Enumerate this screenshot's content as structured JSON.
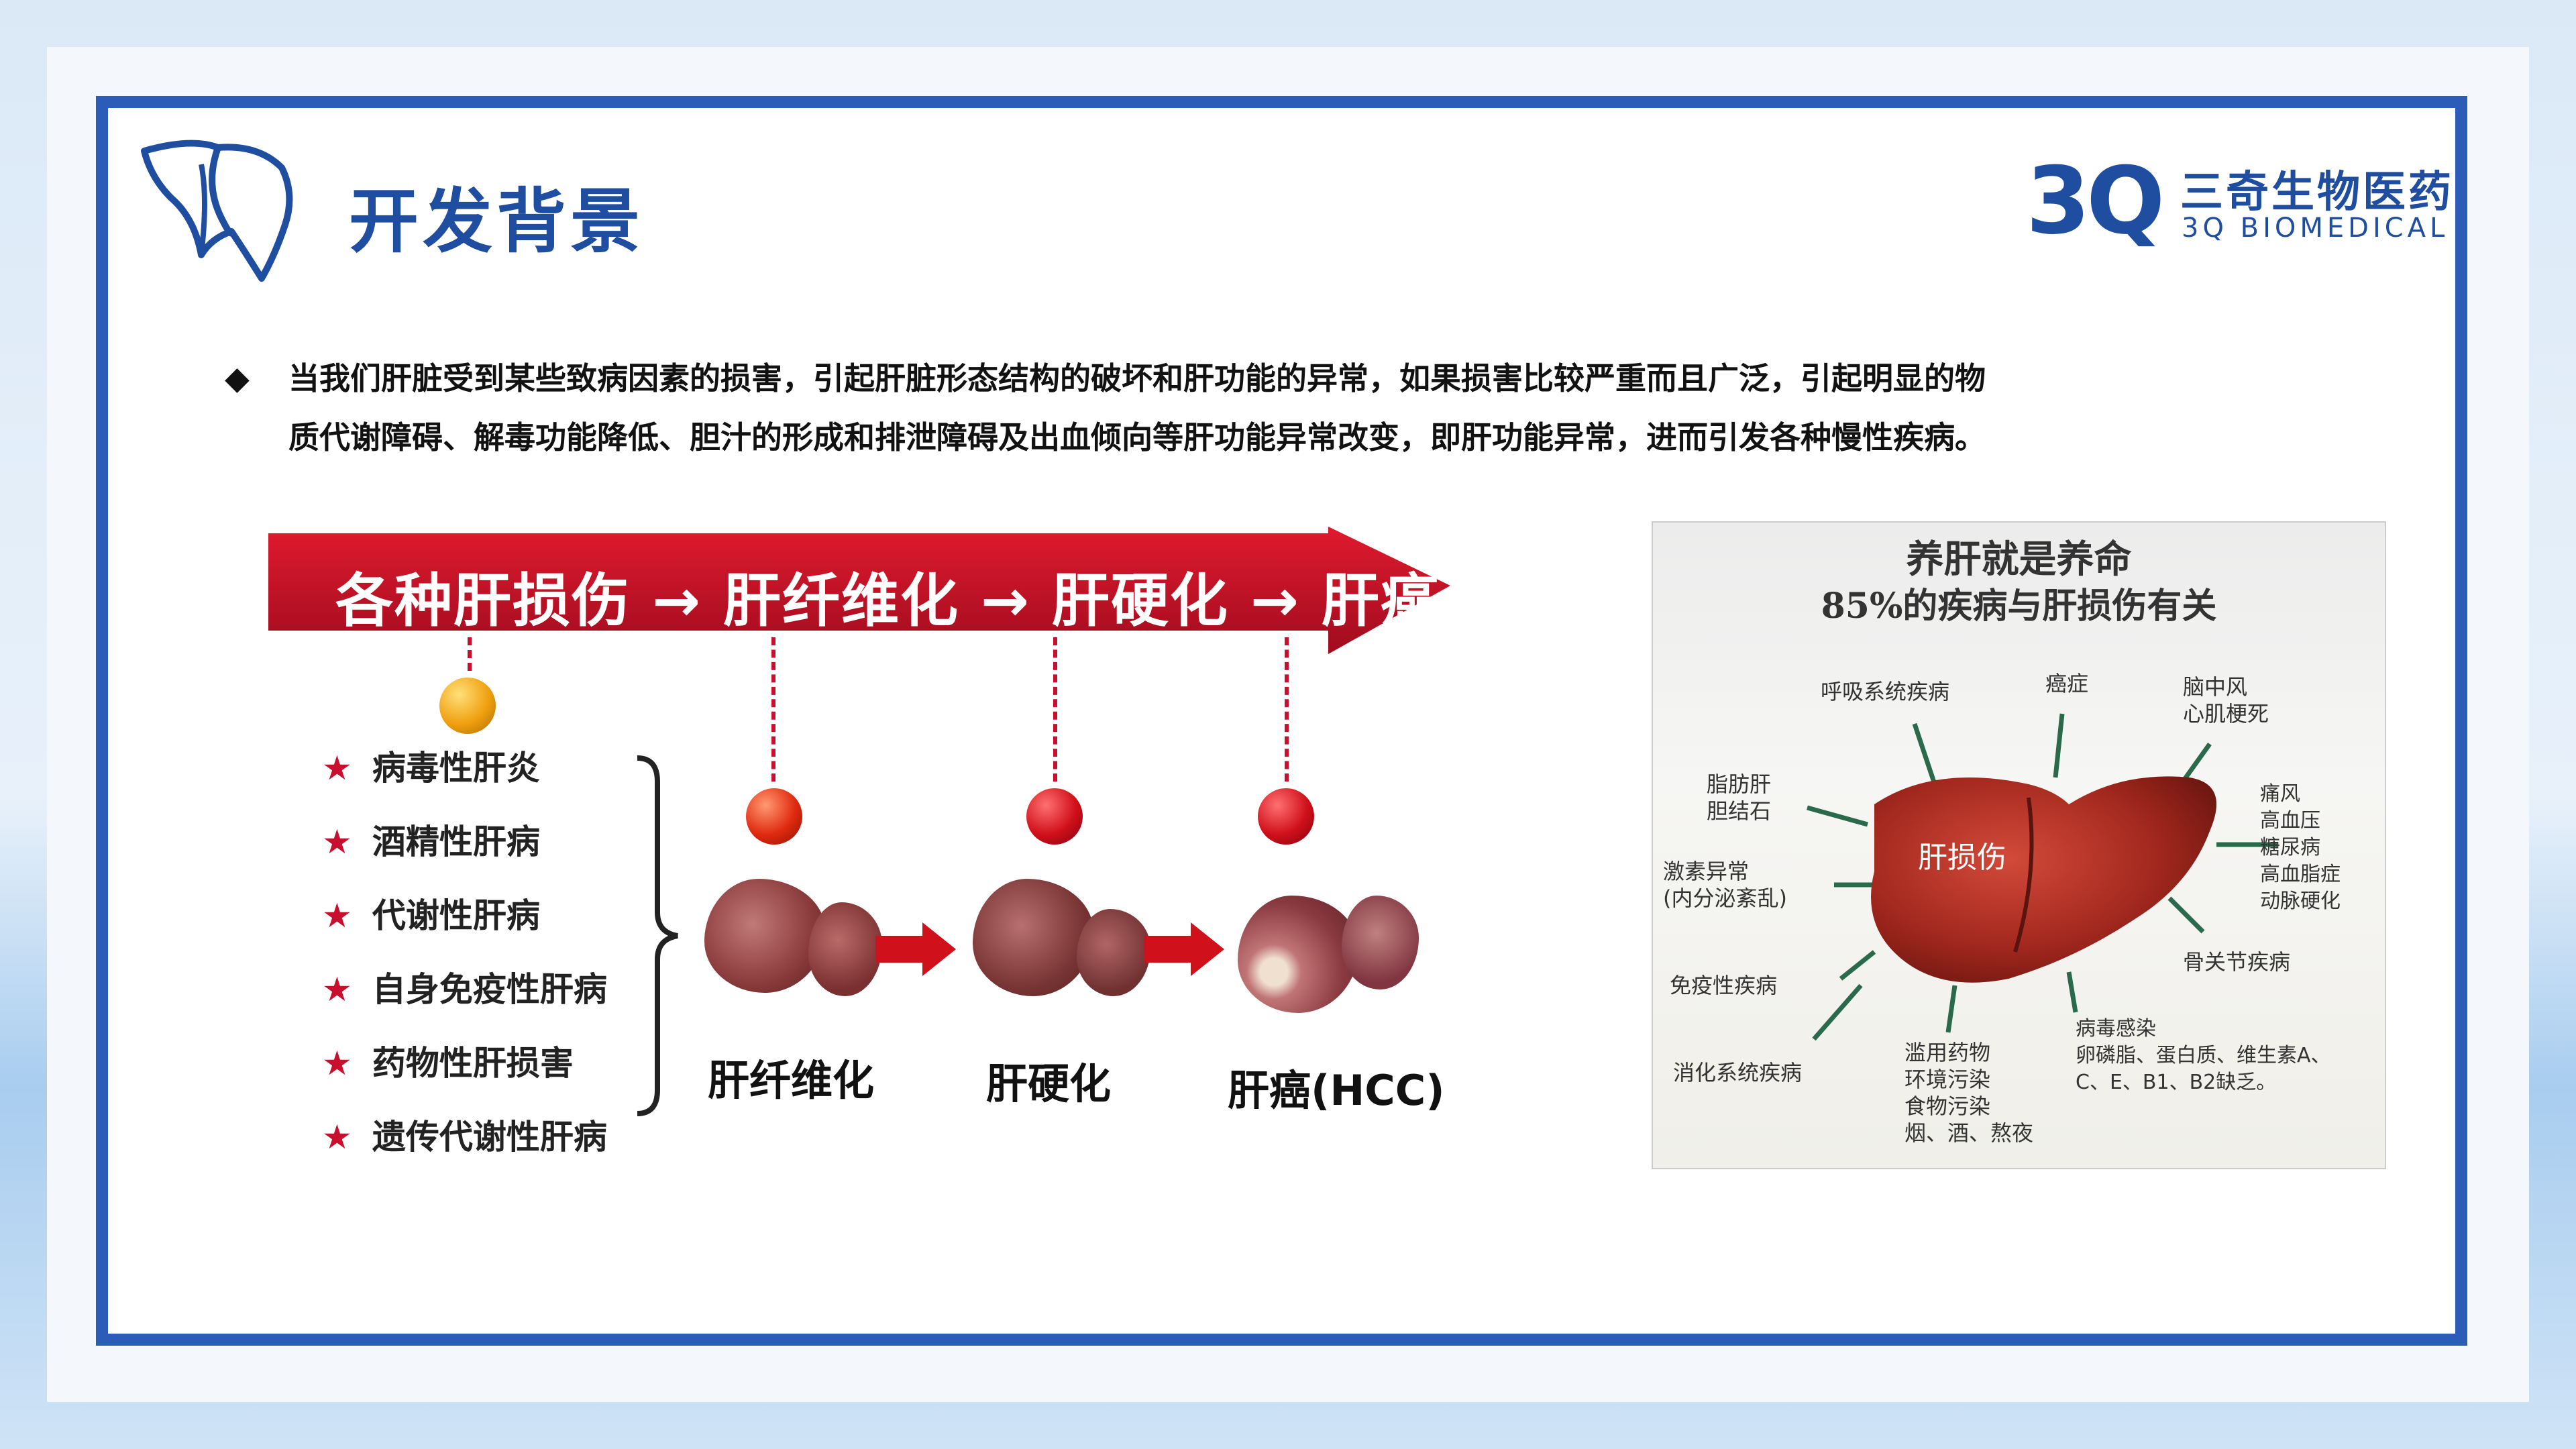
{
  "header": {
    "title": "开发背景"
  },
  "logo": {
    "mark": "3Q",
    "name_cn": "三奇生物医药",
    "name_en": "3Q BIOMEDICAL"
  },
  "intro": {
    "bullet": "◆",
    "line1": "当我们肝脏受到某些致病因素的损害，引起肝脏形态结构的破坏和肝功能的异常，如果损害比较严重而且广泛，引起明显的物",
    "line2": "质代谢障碍、解毒功能降低、胆汁的形成和排泄障碍及出血倾向等肝功能异常改变，即肝功能异常，进而引发各种慢性疾病。"
  },
  "progression": {
    "banner": "各种肝损伤 → 肝纤维化 → 肝硬化 → 肝癌",
    "causes": [
      "病毒性肝炎",
      "酒精性肝病",
      "代谢性肝病",
      "自身免疫性肝病",
      "药物性肝损害",
      "遗传代谢性肝病"
    ],
    "stages": [
      "肝纤维化",
      "肝硬化",
      "肝癌(HCC)"
    ],
    "colors": {
      "banner": "#c8102e",
      "ball_orange": "#f0a010",
      "ball_red": "#d0101a"
    }
  },
  "liver_figure": {
    "title1": "养肝就是养命",
    "title2": "85%的疾病与肝损伤有关",
    "center_label": "肝损伤",
    "labels": {
      "respiratory": "呼吸系统疾病",
      "cancer": "癌症",
      "stroke": "脑中风\n心肌梗死",
      "fatty": "脂肪肝\n胆结石",
      "gout": "痛风\n高血压\n糖尿病\n高血脂症\n动脉硬化",
      "hormone": "激素异常\n(内分泌紊乱)",
      "immune": "免疫性疾病",
      "bone": "骨关节疾病",
      "digestive": "消化系统疾病",
      "drugs": "滥用药物\n环境污染\n食物污染\n烟、酒、熬夜",
      "virus": "病毒感染\n卵磷脂、蛋白质、维生素A、\nC、E、B1、B2缺乏。"
    }
  }
}
